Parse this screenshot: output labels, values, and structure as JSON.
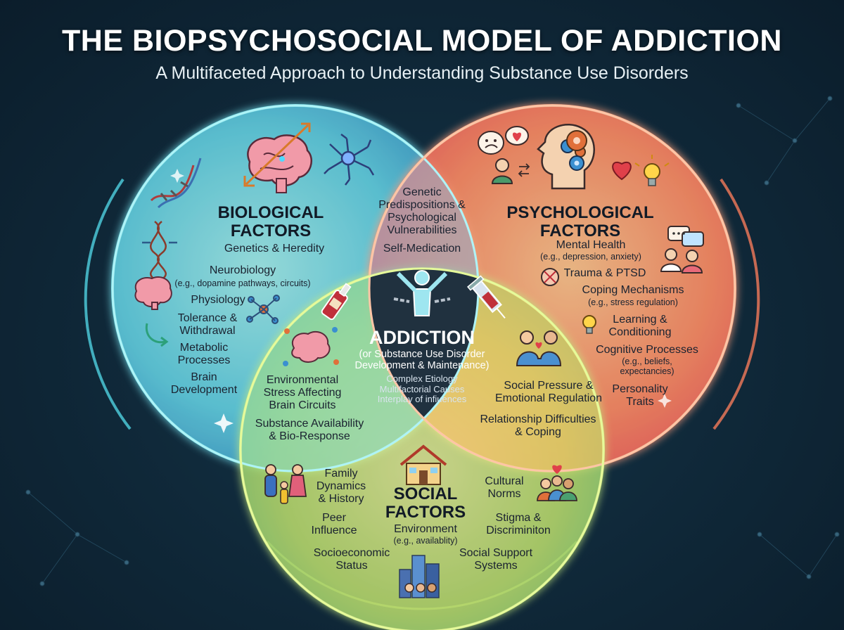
{
  "title": "THE BIOPSYCHOSOCIAL MODEL OF ADDICTION",
  "subtitle": "A Multifaceted Approach to Understanding Substance Use Disorders",
  "colors": {
    "biological": "#4fc9d6",
    "psychological": "#f4755a",
    "social": "#b7e36b",
    "center": "#1b2c3d",
    "background": "#0f2635"
  },
  "biological": {
    "heading_line1": "BIOLOGICAL",
    "heading_line2": "FACTORS",
    "items": {
      "genetics": "Genetics & Heredity",
      "neurobiology": "Neurobiology",
      "neurobiology_note": "(e.g., dopamine pathways, circuits)",
      "physiology": "Physiology",
      "tolerance_line1": "Tolerance &",
      "tolerance_line2": "Withdrawal",
      "metabolic_line1": "Metabolic",
      "metabolic_line2": "Processes",
      "brain_line1": "Brain",
      "brain_line2": "Development"
    },
    "icons": [
      "brain-icon",
      "dna-icon",
      "neuron-icon",
      "molecule-icon",
      "arrow-icon"
    ]
  },
  "psychological": {
    "heading_line1": "PSYCHOLOGICAL",
    "heading_line2": "FACTORS",
    "items": {
      "mental_health": "Mental Health",
      "mental_health_note": "(e.g., depression, anxiety)",
      "trauma": "Trauma & PTSD",
      "coping": "Coping Mechanisms",
      "coping_note": "(e.g., stress regulation)",
      "learning_line1": "Learning &",
      "learning_line2": "Conditioning",
      "cognitive": "Cognitive Processes",
      "cognitive_note_line1": "(e.g., beliefs,",
      "cognitive_note_line2": "expectancies)",
      "personality_line1": "Personality",
      "personality_line2": "Traits"
    },
    "icons": [
      "head-gears-icon",
      "heart-icon",
      "lightbulb-icon",
      "chat-icon",
      "therapist-icon"
    ]
  },
  "social": {
    "heading_line1": "SOCIAL",
    "heading_line2": "FACTORS",
    "items": {
      "family_line1": "Family",
      "family_line2": "Dynamics",
      "family_line3": "& History",
      "peer_line1": "Peer",
      "peer_line2": "Influence",
      "environment": "Environment",
      "environment_note": "(e.g., availablity)",
      "socioeconomic_line1": "Socioeconomic",
      "socioeconomic_line2": "Status",
      "cultural_line1": "Cultural",
      "cultural_line2": "Norms",
      "stigma_line1": "Stigma &",
      "stigma_line2": "Discriminiton",
      "support_line1": "Social Support",
      "support_line2": "Systems"
    },
    "icons": [
      "house-icon",
      "family-icon",
      "community-icon",
      "city-icon"
    ]
  },
  "overlaps": {
    "bio_psych": {
      "line1": "Genetic",
      "line2": "Predispositions &",
      "line3": "Psychological",
      "line4": "Vulnerabilities",
      "line5": "Self-Medication"
    },
    "bio_social": {
      "line1": "Environmental",
      "line2": "Stress Affecting",
      "line3": "Brain Circuits",
      "line4": "Substance Availability",
      "line5": "& Bio-Response"
    },
    "psych_social": {
      "line1": "Social Pressure &",
      "line2": "Emotional Regulation",
      "line3": "Relationship Difficulties",
      "line4": "& Coping"
    }
  },
  "center": {
    "title": "ADDICTION",
    "line1": "(or Substance Use Disorder",
    "line2": "Development & Maintenance)",
    "line3": "Complex Etiology",
    "line4": "Multifactorial Causes",
    "line5": "Interplay of infiuences",
    "icons": [
      "bottle-icon",
      "person-breaking-chains-icon",
      "syringe-icon"
    ]
  }
}
